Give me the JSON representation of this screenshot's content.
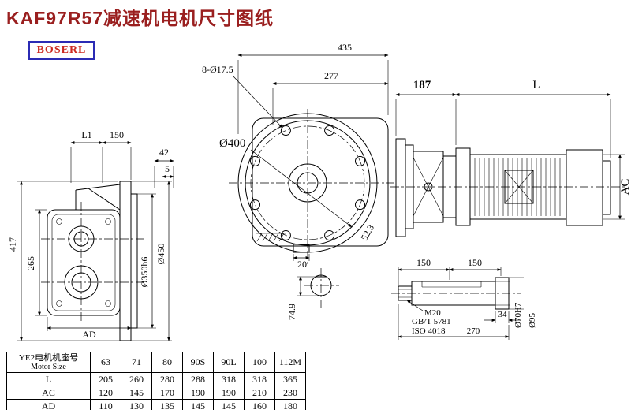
{
  "page": {
    "title": "KAF97R57减速机电机尺寸图纸",
    "logo": "BOSERL"
  },
  "front_view": {
    "dim_435": "435",
    "dim_277": "277",
    "bolt_holes": "8-Ø17.5",
    "dia_400": "Ø400",
    "dim_20": "20",
    "dim_52_3": "52.3",
    "dim_74_9": "74.9"
  },
  "side_view": {
    "dim_L1": "L1",
    "dim_150": "150",
    "dim_42": "42",
    "dim_5": "5",
    "dim_417": "417",
    "dim_265": "265",
    "dim_AD": "AD",
    "dia_350": "Ø350h6",
    "dia_450": "Ø450"
  },
  "motor_view": {
    "dim_187": "187",
    "dim_L": "L",
    "dim_AC": "AC"
  },
  "shaft_detail": {
    "dim_150_a": "150",
    "dim_150_b": "150",
    "thread": "M20",
    "standard_gb": "GB/T 5781",
    "standard_iso": "ISO 4018",
    "dim_34": "34",
    "dim_270": "270",
    "dia_70": "Ø70H7",
    "dia_95": "Ø95"
  },
  "table": {
    "header_cn": "YE2电机机座号",
    "header_en": "Motor Size",
    "sizes": [
      "63",
      "71",
      "80",
      "90S",
      "90L",
      "100",
      "112M"
    ],
    "rows": [
      {
        "label": "L",
        "values": [
          "205",
          "260",
          "280",
          "288",
          "318",
          "318",
          "365"
        ]
      },
      {
        "label": "AC",
        "values": [
          "120",
          "145",
          "170",
          "190",
          "190",
          "210",
          "230"
        ]
      },
      {
        "label": "AD",
        "values": [
          "110",
          "130",
          "135",
          "145",
          "145",
          "160",
          "180"
        ]
      }
    ]
  }
}
